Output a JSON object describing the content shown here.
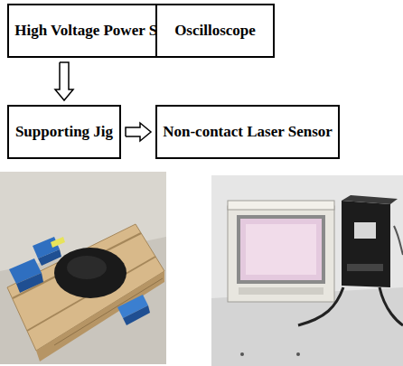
{
  "diagram": {
    "nodes": [
      {
        "text": [
          "High Voltage Power Supply"
        ]
      },
      {
        "text": [
          "Oscilloscope"
        ]
      },
      {
        "text": [
          "Supporting Jig"
        ]
      },
      {
        "text": [
          "Non-contact Laser Sensor"
        ]
      }
    ],
    "edges": [
      {
        "from": 0,
        "to": 1,
        "arrow": "to"
      },
      {
        "from": 0,
        "to": 2,
        "arrow": "to"
      },
      {
        "from": 2,
        "to": 3,
        "arrow": "to"
      }
    ]
  }
}
